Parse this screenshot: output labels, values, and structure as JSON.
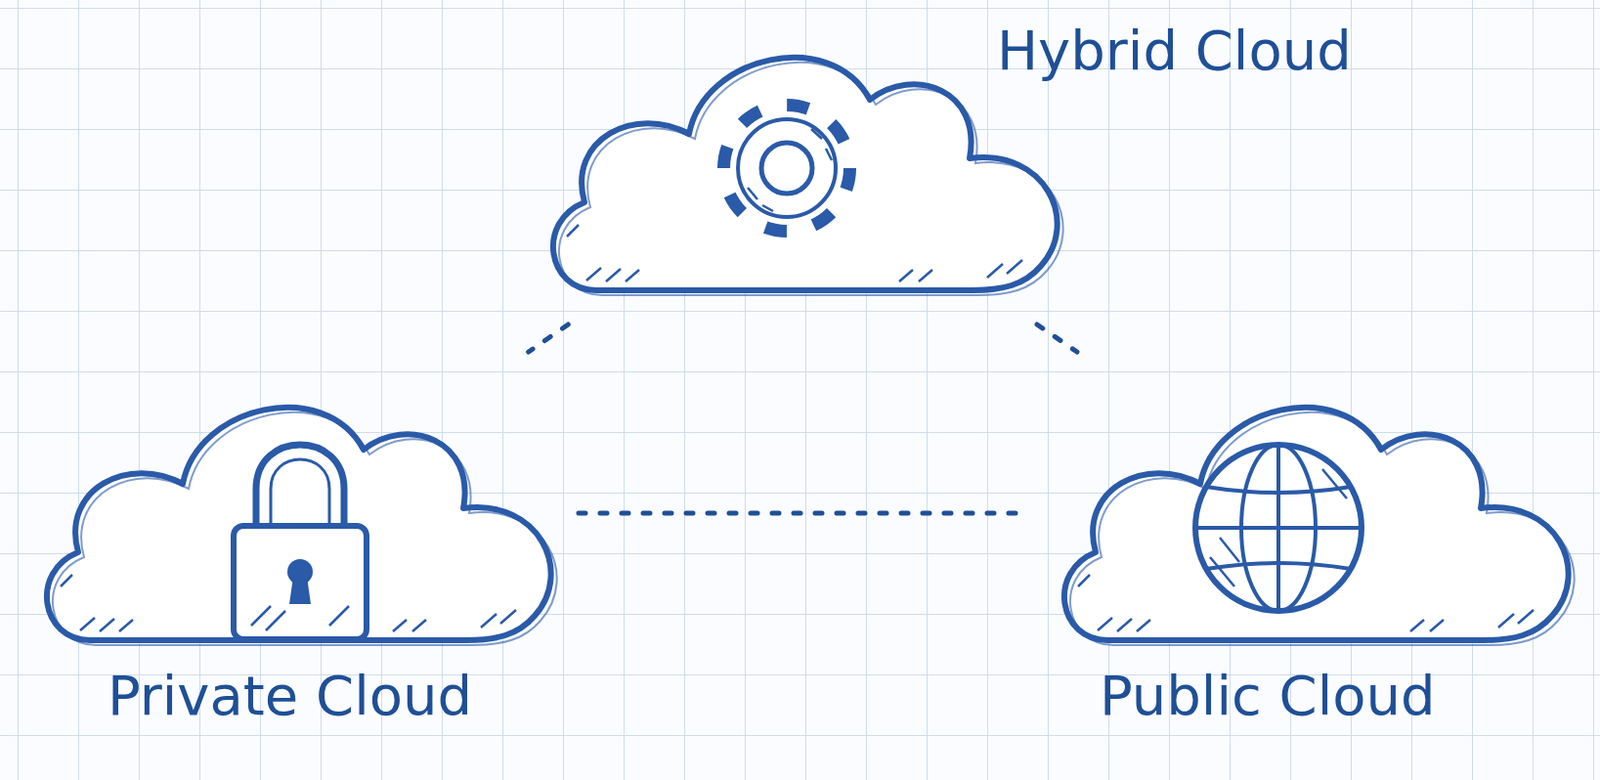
{
  "diagram": {
    "nodes": [
      {
        "text": [
          "Hybrid Cloud"
        ]
      },
      {
        "text": [
          "Private Cloud"
        ]
      },
      {
        "text": [
          "Public Cloud"
        ]
      }
    ],
    "edges": [
      {
        "from": 0,
        "to": 1,
        "arrow": "none"
      },
      {
        "from": 0,
        "to": 2,
        "arrow": "none"
      },
      {
        "from": 1,
        "to": 2,
        "arrow": "none"
      }
    ]
  }
}
